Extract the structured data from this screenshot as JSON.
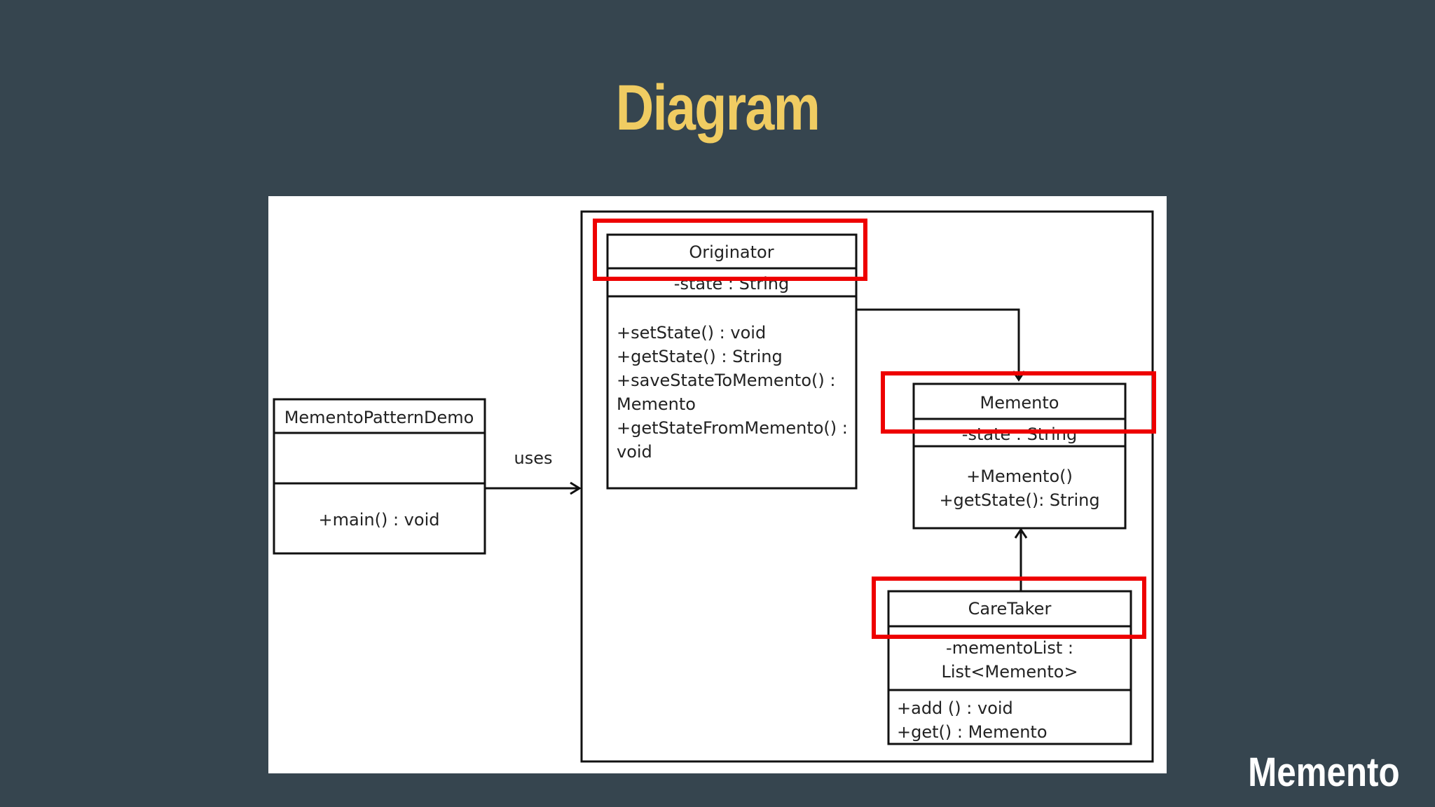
{
  "slide": {
    "title": "Diagram",
    "footer": "Memento",
    "accent_color": "#f0cc62",
    "background_color": "#36454f",
    "highlight_color": "#ee0000"
  },
  "diagram": {
    "relation_label": "uses",
    "classes": {
      "demo": {
        "name": "MementoPatternDemo",
        "attributes": [],
        "methods": [
          "+main()  : void"
        ]
      },
      "originator": {
        "name": "Originator",
        "attributes": [
          "-state : String"
        ],
        "methods": [
          "+setState()  : void",
          "+getState() : String",
          "+saveStateToMemento()  :",
          "Memento",
          "+getStateFromMemento()  :",
          "void"
        ]
      },
      "memento": {
        "name": "Memento",
        "attributes": [
          "-state : String"
        ],
        "methods": [
          "+Memento()",
          "+getState(): String"
        ]
      },
      "caretaker": {
        "name": "CareTaker",
        "attributes": [
          "-mementoList  :",
          "List<Memento>"
        ],
        "methods": [
          "+add ()  : void",
          "+get() : Memento"
        ]
      }
    }
  }
}
